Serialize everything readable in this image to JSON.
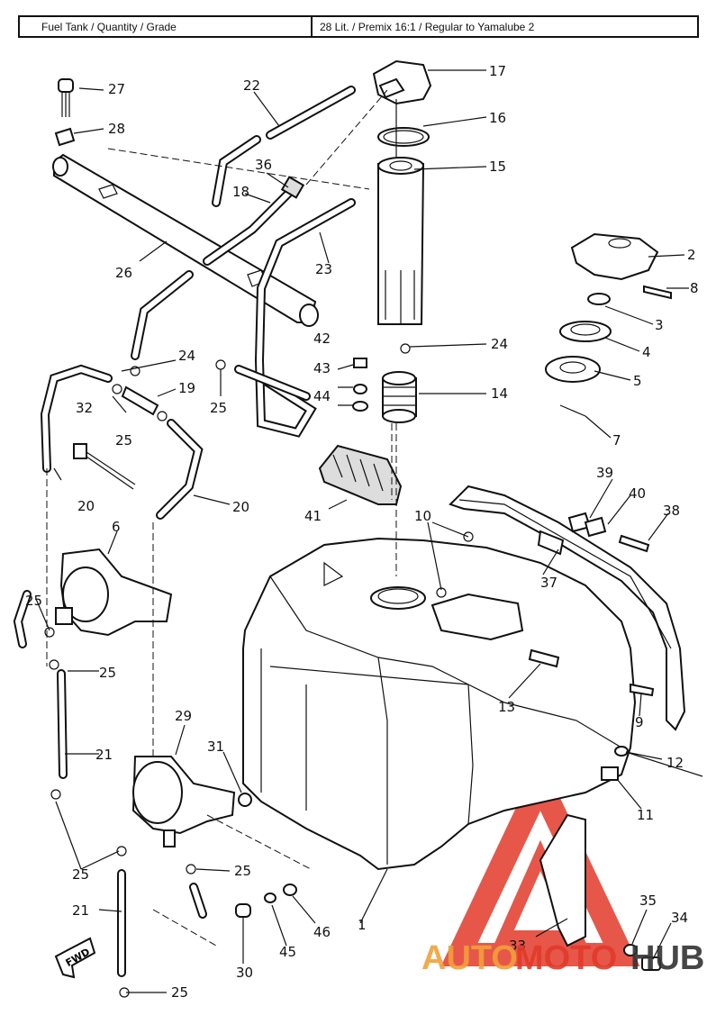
{
  "header": {
    "left": "Fuel Tank / Quantity / Grade",
    "right": "28 Lit. / Premix 16:1 / Regular to Yamalube 2"
  },
  "callouts": {
    "c1": "1",
    "c2": "2",
    "c3": "3",
    "c4": "4",
    "c5": "5",
    "c6": "6",
    "c7": "7",
    "c8": "8",
    "c9": "9",
    "c10": "10",
    "c11": "11",
    "c12": "12",
    "c13": "13",
    "c14": "14",
    "c15": "15",
    "c16": "16",
    "c17": "17",
    "c18": "18",
    "c19": "19",
    "c20a": "20",
    "c20b": "20",
    "c21a": "21",
    "c21b": "21",
    "c22": "22",
    "c23": "23",
    "c24a": "24",
    "c24b": "24",
    "c25a": "25",
    "c25b": "25",
    "c25c": "25",
    "c25d": "25",
    "c25e": "25",
    "c25f": "25",
    "c25g": "25",
    "c26": "26",
    "c27": "27",
    "c28": "28",
    "c29": "29",
    "c30": "30",
    "c31": "31",
    "c32": "32",
    "c33": "33",
    "c34": "34",
    "c35": "35",
    "c36": "36",
    "c37": "37",
    "c38": "38",
    "c39": "39",
    "c40": "40",
    "c41": "41",
    "c42": "42",
    "c43": "43",
    "c44": "44",
    "c45": "45",
    "c46": "46"
  },
  "fwd_label": "FWD",
  "watermark": {
    "auto": "AUTO",
    "moto": "MOTO",
    "hub": "HUB",
    "color_red": "#e23a2a",
    "color_orange": "#f2a03a",
    "color_dark": "#333333"
  }
}
